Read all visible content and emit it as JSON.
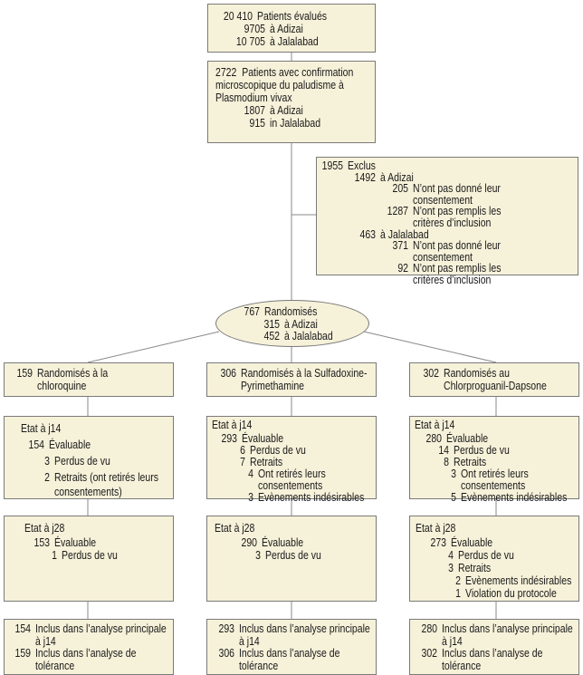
{
  "colors": {
    "box_fill": "#f6f1d9",
    "border": "#7a7a7a",
    "connector": "#8a8a8a"
  },
  "boxes": [
    {
      "id": "screened",
      "rows": [
        {
          "n": "20 410",
          "t": "Patients évalués",
          "lvl": 0
        },
        {
          "n": "9705",
          "t": "à Adizai",
          "lvl": 1
        },
        {
          "n": "10 705",
          "t": "à Jalalabad",
          "lvl": 1
        }
      ]
    },
    {
      "id": "confirmed",
      "rows": [
        {
          "n": "2722",
          "t": "Patients avec confirmation\nmicroscopique du paludisme à\nPlasmodium vivax",
          "lvl": 0,
          "flow": true
        },
        {
          "n": "1807",
          "t": "à Adizai",
          "lvl": 1
        },
        {
          "n": "915",
          "t": "in Jalalabad",
          "lvl": 1
        }
      ]
    },
    {
      "id": "excluded",
      "rows": [
        {
          "n": "1955",
          "t": "Exclus",
          "lvl": 0
        },
        {
          "n": "1492",
          "t": "à Adizai",
          "lvl": 1
        },
        {
          "n": "205",
          "t": "N’ont pas donné leur\nconsentement",
          "lvl": 2
        },
        {
          "n": "1287",
          "t": "N’ont pas remplis les\ncritères d’inclusion",
          "lvl": 2
        },
        {
          "n": "463",
          "t": "à Jalalabad",
          "lvl": 1
        },
        {
          "n": "371",
          "t": "N’ont pas donné leur\nconsentement",
          "lvl": 2
        },
        {
          "n": "92",
          "t": "N’ont pas remplis les\ncritères d’inclusion",
          "lvl": 2
        }
      ]
    },
    {
      "id": "randomised",
      "rows": [
        {
          "n": "767",
          "t": "Randomisés",
          "lvl": 0
        },
        {
          "n": "315",
          "t": "à Adizai",
          "lvl": 1
        },
        {
          "n": "452",
          "t": "à Jalalabad",
          "lvl": 1
        }
      ]
    },
    {
      "id": "arm1",
      "rows": [
        {
          "n": "159",
          "t": "Randomisés à la\nchloroquine",
          "lvl": 0
        }
      ]
    },
    {
      "id": "arm2",
      "rows": [
        {
          "n": "306",
          "t": "Randomisés à la Sulfadoxine-\nPyrimethamine",
          "lvl": 0
        }
      ]
    },
    {
      "id": "arm3",
      "rows": [
        {
          "n": "302",
          "t": "Randomisés au\nChlorproguanil-Dapsone",
          "lvl": 0
        }
      ]
    },
    {
      "id": "j14a",
      "rows": [
        {
          "t": "Etat à j14",
          "head": true
        },
        {
          "n": "154",
          "t": "Évaluable",
          "lvl": 0
        },
        {
          "n": "3",
          "t": "Perdus de vu",
          "lvl": 1
        },
        {
          "n": "2",
          "t": "Retraits (ont retirés leurs\nconsentements)",
          "lvl": 1
        }
      ]
    },
    {
      "id": "j14b",
      "rows": [
        {
          "t": "Etat à j14",
          "head": true
        },
        {
          "n": "293",
          "t": "Évaluable",
          "lvl": 0
        },
        {
          "n": "6",
          "t": "Perdus de vu",
          "lvl": 1
        },
        {
          "n": "7",
          "t": "Retraits",
          "lvl": 1
        },
        {
          "n": "4",
          "t": "Ont retirés leurs\nconsentements",
          "lvl": 2
        },
        {
          "n": "3",
          "t": "Evènements indésirables",
          "lvl": 2
        }
      ]
    },
    {
      "id": "j14c",
      "rows": [
        {
          "t": "Etat à j14",
          "head": true
        },
        {
          "n": "280",
          "t": "Évaluable",
          "lvl": 0
        },
        {
          "n": "14",
          "t": "Perdus de vu",
          "lvl": 1
        },
        {
          "n": "8",
          "t": "Retraits",
          "lvl": 1
        },
        {
          "n": "3",
          "t": "Ont retirés leurs\nconsentements",
          "lvl": 2
        },
        {
          "n": "5",
          "t": "Evènements indésirables",
          "lvl": 2
        }
      ]
    },
    {
      "id": "j28a",
      "rows": [
        {
          "t": "Etat à j28",
          "head": true
        },
        {
          "n": "153",
          "t": "Évaluable",
          "lvl": 0
        },
        {
          "n": "1",
          "t": "Perdus de vu",
          "lvl": 1
        }
      ]
    },
    {
      "id": "j28b",
      "rows": [
        {
          "t": "Etat à j28",
          "head": true
        },
        {
          "n": "290",
          "t": "Évaluable",
          "lvl": 0
        },
        {
          "n": "3",
          "t": "Perdus de vu",
          "lvl": 1
        }
      ]
    },
    {
      "id": "j28c",
      "rows": [
        {
          "t": "Etat à j28",
          "head": true
        },
        {
          "n": "273",
          "t": "Évaluable",
          "lvl": 0
        },
        {
          "n": "4",
          "t": "Perdus de vu",
          "lvl": 1
        },
        {
          "n": "3",
          "t": "Retraits",
          "lvl": 1
        },
        {
          "n": "2",
          "t": "Evènements indésirables",
          "lvl": 2
        },
        {
          "n": "1",
          "t": "Violation du protocole",
          "lvl": 2
        }
      ]
    },
    {
      "id": "finala",
      "rows": [
        {
          "n": "154",
          "t": "Inclus dans l’analyse principale\nà j14",
          "lvl": 0
        },
        {
          "n": "159",
          "t": "Inclus dans l’analyse de\ntolérance",
          "lvl": 0
        }
      ]
    },
    {
      "id": "finalb",
      "rows": [
        {
          "n": "293",
          "t": "Inclus dans l’analyse principale\nà j14",
          "lvl": 0
        },
        {
          "n": "306",
          "t": "Inclus dans l’analyse de\ntolérance",
          "lvl": 0
        }
      ]
    },
    {
      "id": "finalc",
      "rows": [
        {
          "n": "280",
          "t": "Inclus dans l’analyse principale\nà j14",
          "lvl": 0
        },
        {
          "n": "302",
          "t": "Inclus dans l’analyse de\ntolérance",
          "lvl": 0
        }
      ]
    }
  ]
}
